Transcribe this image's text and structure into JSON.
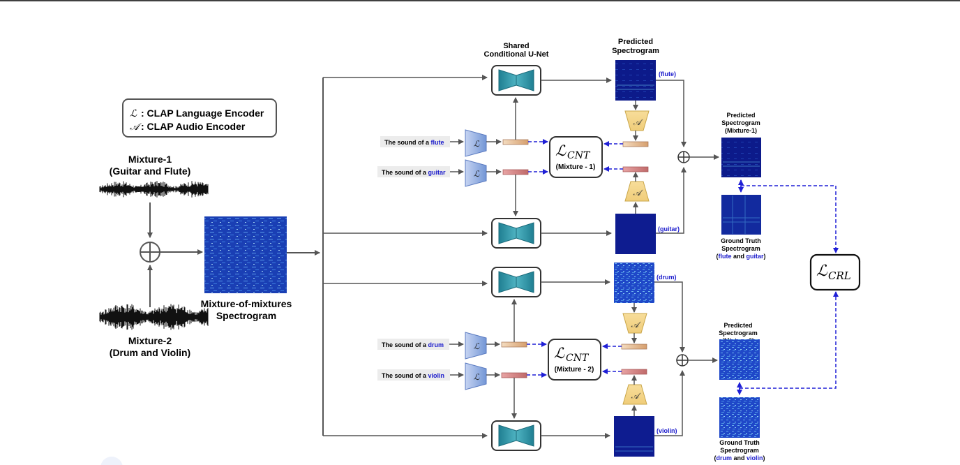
{
  "legend": {
    "l_symbol": "ℒ",
    "l_text": ": CLAP Language Encoder",
    "a_symbol": "𝒜",
    "a_text": ": CLAP Audio Encoder"
  },
  "mixture1": {
    "title": "Mixture-1",
    "subtitle": "(Guitar and Flute)"
  },
  "mixture2": {
    "title": "Mixture-2",
    "subtitle": "(Drum and Violin)"
  },
  "mom": {
    "line1": "Mixture-of-mixtures",
    "line2": "Spectrogram"
  },
  "unet_label": {
    "line1": "Shared",
    "line2": "Conditional U-Net"
  },
  "pred_label": {
    "line1": "Predicted",
    "line2": "Spectrogram"
  },
  "prompt_prefix": "The sound of a",
  "sources": {
    "flute": {
      "word": "flute",
      "tag": "(flute)"
    },
    "guitar": {
      "word": "guitar",
      "tag": "(guitar)"
    },
    "drum": {
      "word": "drum",
      "tag": "(drum)"
    },
    "violin": {
      "word": "violin",
      "tag": "(violin)"
    }
  },
  "cnt1": {
    "symbol": "ℒ",
    "sub": "CNT",
    "label": "(Mixture - 1)"
  },
  "cnt2": {
    "symbol": "ℒ",
    "sub": "CNT",
    "label": "(Mixture - 2)"
  },
  "crl": {
    "symbol": "ℒ",
    "sub": "CRL"
  },
  "pm1": {
    "l1": "Predicted",
    "l2": "Spectrogram",
    "l3": "(Mixture-1)"
  },
  "pm2": {
    "l1": "Predicted",
    "l2": "Spectrogram",
    "l3": "(Mixture-2)"
  },
  "gt1": {
    "l1": "Ground Truth",
    "l2": "Spectrogram",
    "open": "(",
    "a": "flute",
    "mid": " and ",
    "b": "guitar",
    "close": ")"
  },
  "gt2": {
    "l1": "Ground Truth",
    "l2": "Spectrogram",
    "open": "(",
    "a": "drum",
    "mid": " and ",
    "b": "violin",
    "close": ")"
  },
  "colors": {
    "accent_blue": "#1a1acc",
    "arrow_gray": "#555555",
    "dashed_blue": "#1f1fd6",
    "unet_teal": "#2a8fa0",
    "lang_enc": "#7f9fd8",
    "audio_enc": "#f2d38a"
  }
}
